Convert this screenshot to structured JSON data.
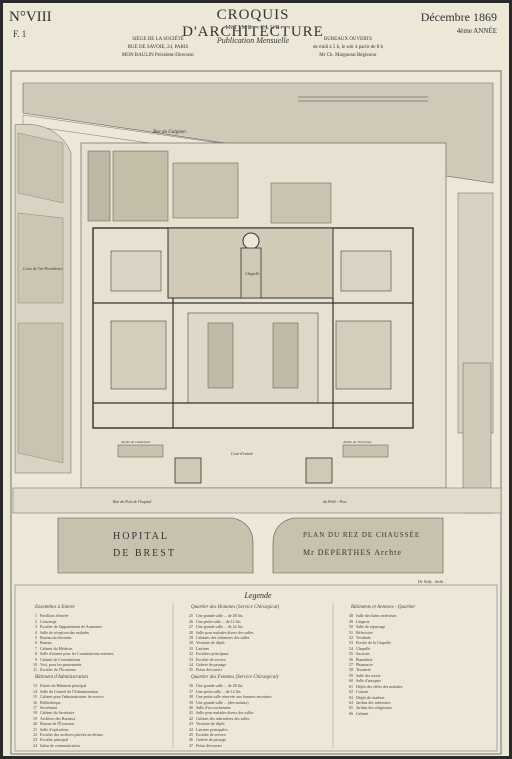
{
  "header": {
    "series": "N°VIII",
    "plate": "F. 1",
    "title": "CROQUIS D'ARCHITECTURE",
    "subtitle": "INTIME - CLUB",
    "publication": "Publication Mensuelle",
    "left_lines": [
      "SIÈGE DE LA SOCIÉTÉ",
      "RUE DE SAVOIE, 24, PARIS",
      "MON RAULIN Président-Directeur"
    ],
    "right_lines": [
      "BUREAUX OUVERTS",
      "de midi à 5 h, le soir à partir de 8 h",
      "Mr Ch. Marguerat Régisseur"
    ],
    "date": "Décembre 1869",
    "year": "4ème ANNÉE"
  },
  "plan": {
    "street_top": "Rue du Guignon",
    "street_bottom": "Rue du Port de l'hopital",
    "street_bottom_right": "du Pelle - Port",
    "left_label": "Croix de l'en Providence",
    "court": "Cour d'entrée",
    "chapel": "Chapelle",
    "garden_left": "Jardin de l'Aumônier",
    "garden_right": "Jardin de l'Econome",
    "signature": "De Vaily . Archt"
  },
  "titles": {
    "left_line1": "HOPITAL",
    "left_line2": "DE BREST",
    "right_line1": "PLAN DU REZ DE CHAUSSÉE",
    "right_line2": "Mr DEPERTHES Archte"
  },
  "legend": {
    "title": "Legende",
    "columns": [
      {
        "sections": [
          {
            "heading": "Ensembles à Entrée",
            "items": [
              {
                "n": "1",
                "t": "Pavillons d'entrée"
              },
              {
                "n": "2",
                "t": "Concierge"
              },
              {
                "n": "3",
                "t": "Escalier de l'appartement de Aumonier"
              },
              {
                "n": "4",
                "t": "Salle de réception des malades"
              },
              {
                "n": "5",
                "t": "Bureau du directeur"
              },
              {
                "n": "6",
                "t": "Bureau"
              },
              {
                "n": "7",
                "t": "Cabinet du Médecin"
              },
              {
                "n": "8",
                "t": "Salle d'attente pour les Consultations externes"
              },
              {
                "n": "9",
                "t": "Cabinet de Consultations"
              },
              {
                "n": "10",
                "t": "Vest. pour les pansements"
              },
              {
                "n": "11",
                "t": "Escalier de l'Econome"
              }
            ]
          },
          {
            "heading": "Bâtiment d'Administration",
            "items": [
              {
                "n": "13",
                "t": "Entrée du Bâtiment principal"
              },
              {
                "n": "14",
                "t": "Salle du Conseil de l'Administration"
              },
              {
                "n": "15",
                "t": "Cabinet pour l'administrateur de service"
              },
              {
                "n": "16",
                "t": "Bibliothèque"
              },
              {
                "n": "17",
                "t": "Secrétariat"
              },
              {
                "n": "18",
                "t": "Cabinet du Secrétaire"
              },
              {
                "n": "19",
                "t": "Archives des Bureaux"
              },
              {
                "n": "20",
                "t": "Bureau de l'Économe"
              },
              {
                "n": "21",
                "t": "Salle d'opérations"
              },
              {
                "n": "22",
                "t": "Escalier des archives placées au-dessus"
              },
              {
                "n": "23",
                "t": "Escalier principal"
              },
              {
                "n": "24",
                "t": "Salon de communication"
              }
            ]
          }
        ]
      },
      {
        "sections": [
          {
            "heading": "Quartier des Hommes (Service Chirurgical)",
            "items": [
              {
                "n": "25",
                "t": "Une grande salle ... de 28 lits"
              },
              {
                "n": "26",
                "t": "Une petite salle ... de 12 lits"
              },
              {
                "n": "27",
                "t": "Une grande salle ... de 24 lits"
              },
              {
                "n": "28",
                "t": "Salle pour malades divers des salles"
              },
              {
                "n": "29",
                "t": "Cabinets des infirmiers des salles"
              },
              {
                "n": "30",
                "t": "Vestiaire de dépôt"
              },
              {
                "n": "31",
                "t": "Latrines"
              },
              {
                "n": "32",
                "t": "Escaliers principaux"
              },
              {
                "n": "33",
                "t": "Escalier de service"
              },
              {
                "n": "34",
                "t": "Galerie de passage"
              },
              {
                "n": "35",
                "t": "Préau découvert"
              }
            ]
          },
          {
            "heading": "Quartier des Femmes (Service Chirurgical)",
            "items": [
              {
                "n": "36",
                "t": "Une grande salle ... de 28 lits"
              },
              {
                "n": "37",
                "t": "Une petite salle ... de 12 lits"
              },
              {
                "n": "38",
                "t": "Une petite salle réservée aux femmes enceintes"
              },
              {
                "n": "39",
                "t": "Une grande salle ... (des enfants)"
              },
              {
                "n": "40",
                "t": "Salle d'accouchement"
              },
              {
                "n": "41",
                "t": "Salle pour malades divers des salles"
              },
              {
                "n": "42",
                "t": "Cabinet des infirmières des salles"
              },
              {
                "n": "43",
                "t": "Vestiaire de dépôt"
              },
              {
                "n": "44",
                "t": "Latrines principales"
              },
              {
                "n": "45",
                "t": "Escalier de service"
              },
              {
                "n": "46",
                "t": "Galerie de passage"
              },
              {
                "n": "47",
                "t": "Préau découvert"
              }
            ]
          }
        ]
      },
      {
        "sections": [
          {
            "heading": "Bâtiments et Annexes - Quartier",
            "items": [
              {
                "n": "48",
                "t": "Salle des bains extérieurs"
              },
              {
                "n": "49",
                "t": "Lingerie"
              },
              {
                "n": "50",
                "t": "Salle de repassage"
              },
              {
                "n": "51",
                "t": "Réfectoire"
              },
              {
                "n": "52",
                "t": "Vestibule"
              },
              {
                "n": "53",
                "t": "Porche de la Chapelle"
              },
              {
                "n": "54",
                "t": "Chapelle"
              },
              {
                "n": "55",
                "t": "Sacristie"
              },
              {
                "n": "56",
                "t": "Buanderie"
              },
              {
                "n": "57",
                "t": "Pharmacie"
              },
              {
                "n": "58",
                "t": "Tisanerie"
              },
              {
                "n": "59",
                "t": "Salle des morts"
              },
              {
                "n": "60",
                "t": "Salle d'autopsie"
              },
              {
                "n": "61",
                "t": "Dépôt des effets des malades"
              },
              {
                "n": "62",
                "t": "Cuisine"
              },
              {
                "n": "63",
                "t": "Dépôt de charbon"
              },
              {
                "n": "64",
                "t": "Jardins des infirmiers"
              },
              {
                "n": "65",
                "t": "Jardins des religieuses"
              },
              {
                "n": "66",
                "t": "Cabinet"
              }
            ]
          }
        ]
      }
    ]
  }
}
